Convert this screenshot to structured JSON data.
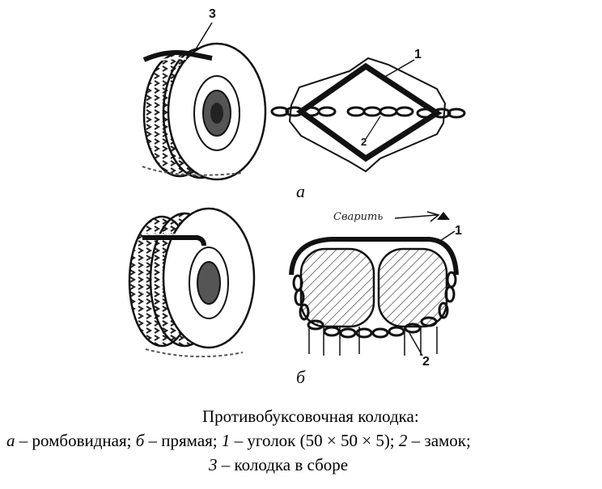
{
  "figure": {
    "top": {
      "sub_label": "а",
      "tire_callout": "3",
      "shoe_callout_corner": "1",
      "shoe_callout_lock": "2"
    },
    "bottom": {
      "sub_label": "б",
      "weld_note": "Сварить",
      "callout_corner": "1",
      "callout_lock": "2"
    }
  },
  "caption": {
    "title": "Противобуксовочная колодка:",
    "line2": [
      {
        "text": "а",
        "italic": true
      },
      {
        "text": " – ромбовидная; ",
        "italic": false
      },
      {
        "text": "б",
        "italic": true
      },
      {
        "text": " – прямая; ",
        "italic": false
      },
      {
        "text": "1",
        "italic": true
      },
      {
        "text": " – уголок (50 × 50 × 5); ",
        "italic": false
      },
      {
        "text": "2",
        "italic": true
      },
      {
        "text": " – замок;",
        "italic": false
      }
    ],
    "line3": [
      {
        "text": "3",
        "italic": true
      },
      {
        "text": " – колодка в сборе",
        "italic": false
      }
    ]
  }
}
